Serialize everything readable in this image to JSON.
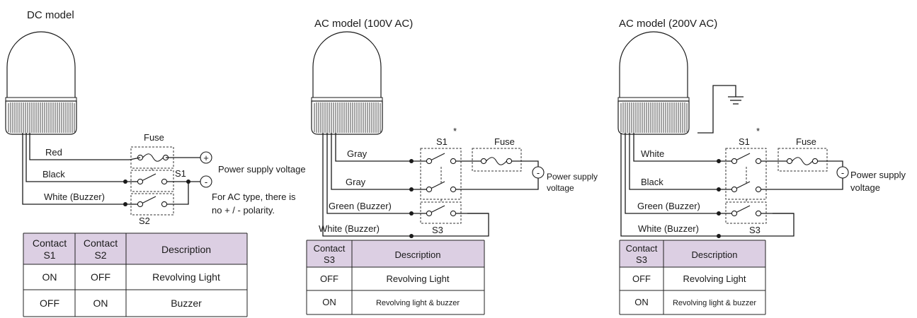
{
  "dc": {
    "title": "DC model",
    "wires": [
      "Red",
      "Black",
      "White (Buzzer)"
    ],
    "fuse": "Fuse",
    "s1": "S1",
    "s2": "S2",
    "plus": "+",
    "minus": "-",
    "supply": "Power supply voltage",
    "note1": "For AC type, there is",
    "note2": "no + / - polarity.",
    "table": {
      "headers": [
        [
          "Contact",
          "S1"
        ],
        [
          "Contact",
          "S2"
        ],
        [
          "Description"
        ]
      ],
      "rows": [
        [
          "ON",
          "OFF",
          "Revolving Light"
        ],
        [
          "OFF",
          "ON",
          "Buzzer"
        ]
      ]
    }
  },
  "ac100": {
    "title": "AC model (100V AC)",
    "wires": [
      "Gray",
      "Gray",
      "Green (Buzzer)",
      "White (Buzzer)"
    ],
    "fuse": "Fuse",
    "s1": "S1",
    "star": "*",
    "s3": "S3",
    "minus": "-",
    "supply1": "Power supply",
    "supply2": "voltage",
    "table": {
      "headers": [
        [
          "Contact",
          "S3"
        ],
        [
          "Description"
        ]
      ],
      "rows": [
        [
          "OFF",
          "Revolving Light"
        ],
        [
          "ON",
          "Revolving light & buzzer"
        ]
      ]
    }
  },
  "ac200": {
    "title": "AC model (200V AC)",
    "wires": [
      "White",
      "Black",
      "Green (Buzzer)",
      "White (Buzzer)"
    ],
    "fuse": "Fuse",
    "s1": "S1",
    "star": "*",
    "s3": "S3",
    "minus": "-",
    "supply1": "Power supply",
    "supply2": "voltage",
    "table": {
      "headers": [
        [
          "Contact",
          "S3"
        ],
        [
          "Description"
        ]
      ],
      "rows": [
        [
          "OFF",
          "Revolving Light"
        ],
        [
          "ON",
          "Revolving light & buzzer"
        ]
      ]
    }
  }
}
